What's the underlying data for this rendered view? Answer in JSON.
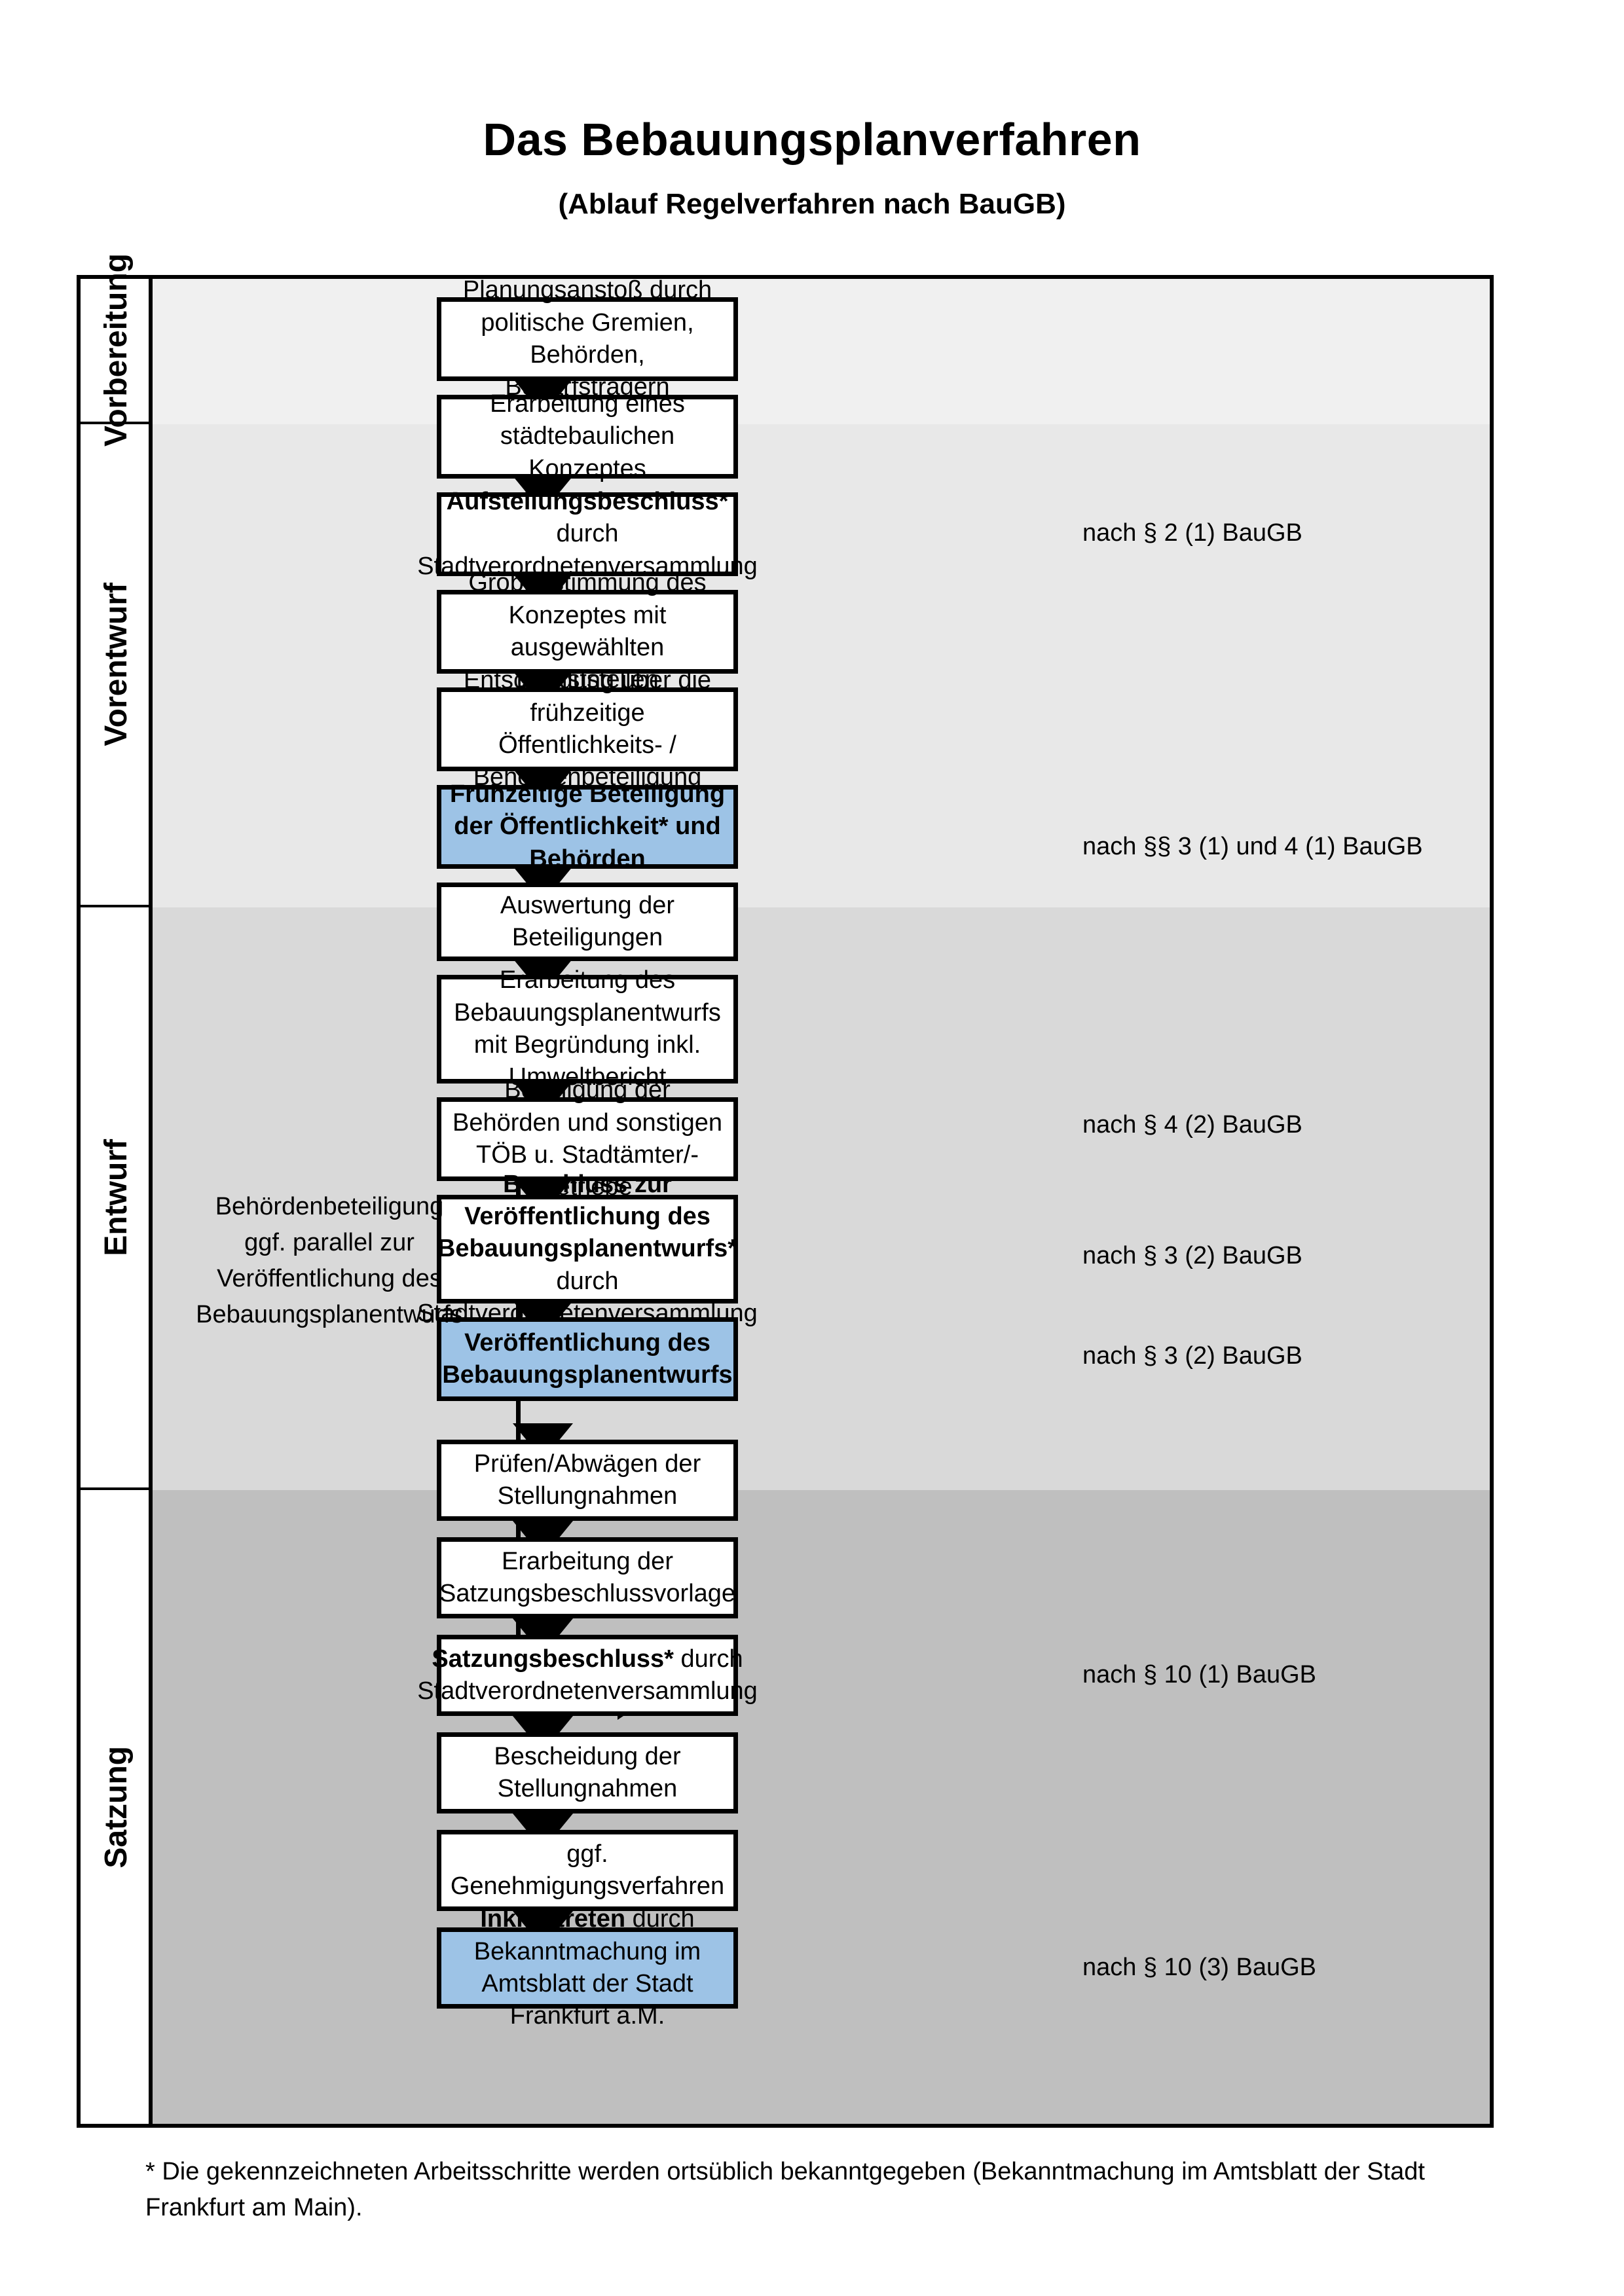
{
  "header": {
    "title": "Das Bebauungsplanverfahren",
    "subtitle": "(Ablauf Regelverfahren nach BauGB)"
  },
  "colors": {
    "highlight_blue": "#9dc3e6",
    "band_vorbereitung": "#f0f0f0",
    "band_vorentwurf": "#e8e8e8",
    "band_entwurf": "#d9d9d9",
    "band_satzung": "#bfbfbf",
    "outline": "#000000"
  },
  "phases": [
    {
      "label": "Vorbereitung"
    },
    {
      "label": "Vorentwurf"
    },
    {
      "label": "Entwurf"
    },
    {
      "label": "Satzung"
    }
  ],
  "steps": [
    {
      "id": "s1",
      "text": "Planungsanstoß durch politische Gremien, Behörden, Bedarfsträgern",
      "bold_prefix": "",
      "highlight": false
    },
    {
      "id": "s2",
      "text": "Erarbeitung eines städtebaulichen Konzeptes",
      "bold_prefix": "",
      "highlight": false
    },
    {
      "id": "s3",
      "text": " durch Stadtverordnetenversammlung",
      "bold_prefix": "Aufstellungsbeschluss*",
      "highlight": false
    },
    {
      "id": "s4",
      "text": "Grobabstimmung des Konzeptes mit ausgewählten Dienststellen",
      "bold_prefix": "",
      "highlight": false
    },
    {
      "id": "s5",
      "text": "Entscheidung über die frühzeitige Öffentlichkeits- / Behördenbeteiligung",
      "bold_prefix": "",
      "highlight": false
    },
    {
      "id": "s6",
      "text": "",
      "bold_prefix": "Frühzeitige Beteiligung der Öffentlichkeit* und Behörden",
      "highlight": true
    },
    {
      "id": "s7",
      "text": "Auswertung der Beteiligungen",
      "bold_prefix": "",
      "highlight": false
    },
    {
      "id": "s8",
      "text": "Erarbeitung des Bebauungsplanentwurfs mit Begründung inkl. Umweltbericht",
      "bold_prefix": "",
      "highlight": false
    },
    {
      "id": "s9",
      "text": "Beteiligung der Behörden und sonstigen TÖB u. Stadtämter/-betriebe",
      "bold_prefix": "",
      "highlight": false
    },
    {
      "id": "s10",
      "text": " durch Stadtverordnetenversammlung",
      "bold_prefix": "Beschluss zur Veröffentlichung des Bebauungsplanentwurfs*",
      "highlight": false
    },
    {
      "id": "s11",
      "text": "",
      "bold_prefix": "Veröffentlichung des Bebauungsplanentwurfs",
      "highlight": true
    },
    {
      "id": "s12",
      "text": "Prüfen/Abwägen der Stellungnahmen",
      "bold_prefix": "",
      "highlight": false
    },
    {
      "id": "s13",
      "text": "Erarbeitung der Satzungsbeschlussvorlage",
      "bold_prefix": "",
      "highlight": false
    },
    {
      "id": "s14",
      "text": " durch Stadtverordnetenversammlung",
      "bold_prefix": "Satzungsbeschluss*",
      "highlight": false
    },
    {
      "id": "s15",
      "text": "Bescheidung der Stellungnahmen",
      "bold_prefix": "",
      "highlight": false
    },
    {
      "id": "s16",
      "text": "ggf. Genehmigungsverfahren",
      "bold_prefix": "",
      "highlight": false
    },
    {
      "id": "s17",
      "text": " durch Bekanntmachung im Amtsblatt der Stadt Frankfurt a.M.",
      "bold_prefix": "Inkrafttreten",
      "highlight": true
    }
  ],
  "references": [
    {
      "id": "r1",
      "text": "nach § 2 (1) BauGB"
    },
    {
      "id": "r2",
      "text": "nach §§ 3 (1) und 4 (1) BauGB"
    },
    {
      "id": "r3",
      "text": "nach § 4 (2) BauGB"
    },
    {
      "id": "r4",
      "text": "nach § 3 (2) BauGB"
    },
    {
      "id": "r5",
      "text": "nach § 3 (2) BauGB"
    },
    {
      "id": "r6",
      "text": "nach § 10 (1) BauGB"
    },
    {
      "id": "r7",
      "text": "nach § 10 (3) BauGB"
    }
  ],
  "sidenote": {
    "text": "Behördenbeteiligung\nggf. parallel zur\nVeröffentlichung des\nBebauungsplanentwurfs"
  },
  "footnote": {
    "text": "* Die gekennzeichneten Arbeitsschritte werden ortsüblich bekanntgegeben (Bekanntmachung im Amtsblatt  der Stadt Frankfurt am Main)."
  }
}
